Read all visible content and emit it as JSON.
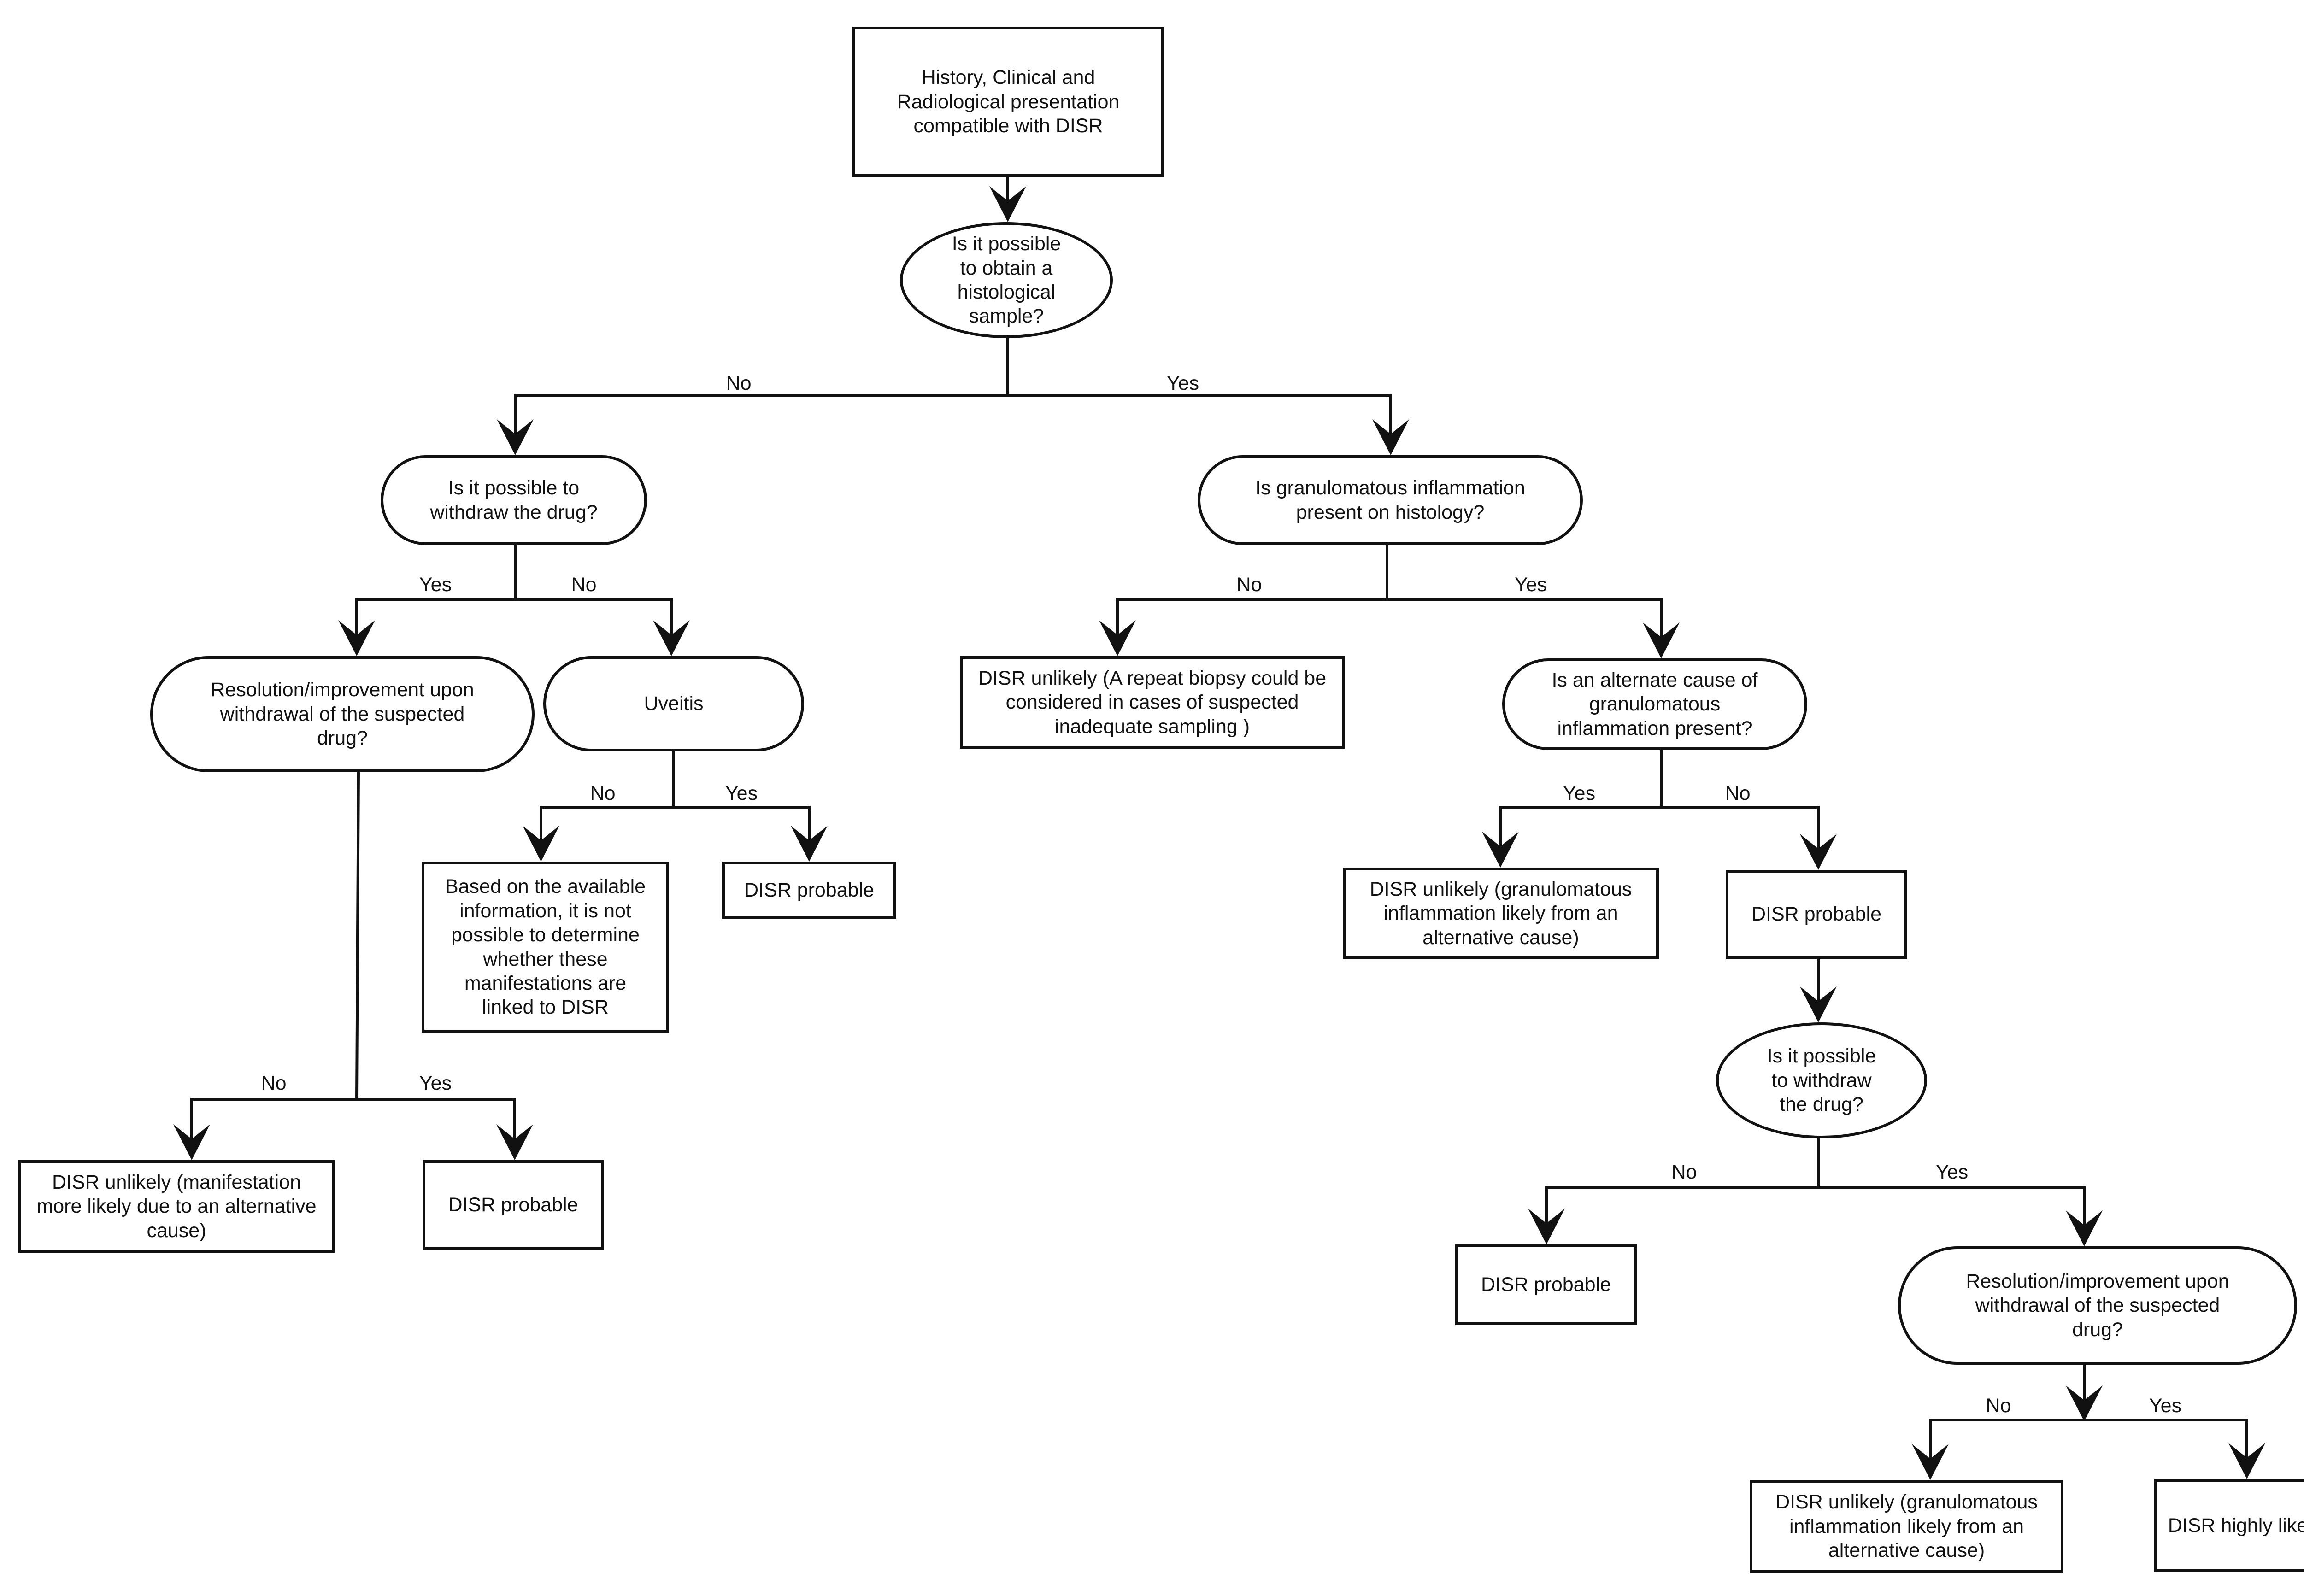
{
  "nodes": {
    "history": "History, Clinical and\nRadiological presentation\ncompatible with DISR",
    "histological": "Is it possible\nto obtain a\nhistological\nsample?",
    "withdraw_left": "Is it possible to\nwithdraw the drug?",
    "granulomatous": "Is granulomatous inflammation\npresent on histology?",
    "resolution_left": "Resolution/improvement upon\nwithdrawal of the suspected\ndrug?",
    "uveitis": "Uveitis",
    "disr_unlikely_repeat": "DISR unlikely (A repeat biopsy could be\nconsidered in cases of suspected\ninadequate sampling )",
    "alternate_cause": "Is an alternate cause of\ngranulomatous\ninflammation present?",
    "not_possible": "Based on the available\ninformation, it is not\npossible to determine\nwhether these\nmanifestations are\nlinked to DISR",
    "disr_probable_uveitis": "DISR probable",
    "disr_unlikely_alt": "DISR unlikely (granulomatous\ninflammation likely from an\nalternative cause)",
    "disr_probable_right": "DISR probable",
    "withdraw_right": "Is it possible\nto withdraw\nthe drug?",
    "disr_unlikely_manifestation": "DISR unlikely (manifestation\nmore likely due to an alternative\ncause)",
    "disr_probable_left": "DISR probable",
    "disr_probable_nowithdraw": "DISR probable",
    "resolution_right": "Resolution/improvement upon\nwithdrawal of the suspected\ndrug?",
    "disr_unlikely_final": "DISR unlikely (granulomatous\ninflammation likely from an\nalternative cause)",
    "disr_highly_likely": "DISR highly likely"
  },
  "edge_labels": {
    "histological_no": "No",
    "histological_yes": "Yes",
    "withdraw_left_yes": "Yes",
    "withdraw_left_no": "No",
    "granulomatous_no": "No",
    "granulomatous_yes": "Yes",
    "uveitis_no": "No",
    "uveitis_yes": "Yes",
    "alternate_yes": "Yes",
    "alternate_no": "No",
    "resolution_left_no": "No",
    "resolution_left_yes": "Yes",
    "withdraw_right_no": "No",
    "withdraw_right_yes": "Yes",
    "resolution_right_no": "No",
    "resolution_right_yes": "Yes"
  }
}
